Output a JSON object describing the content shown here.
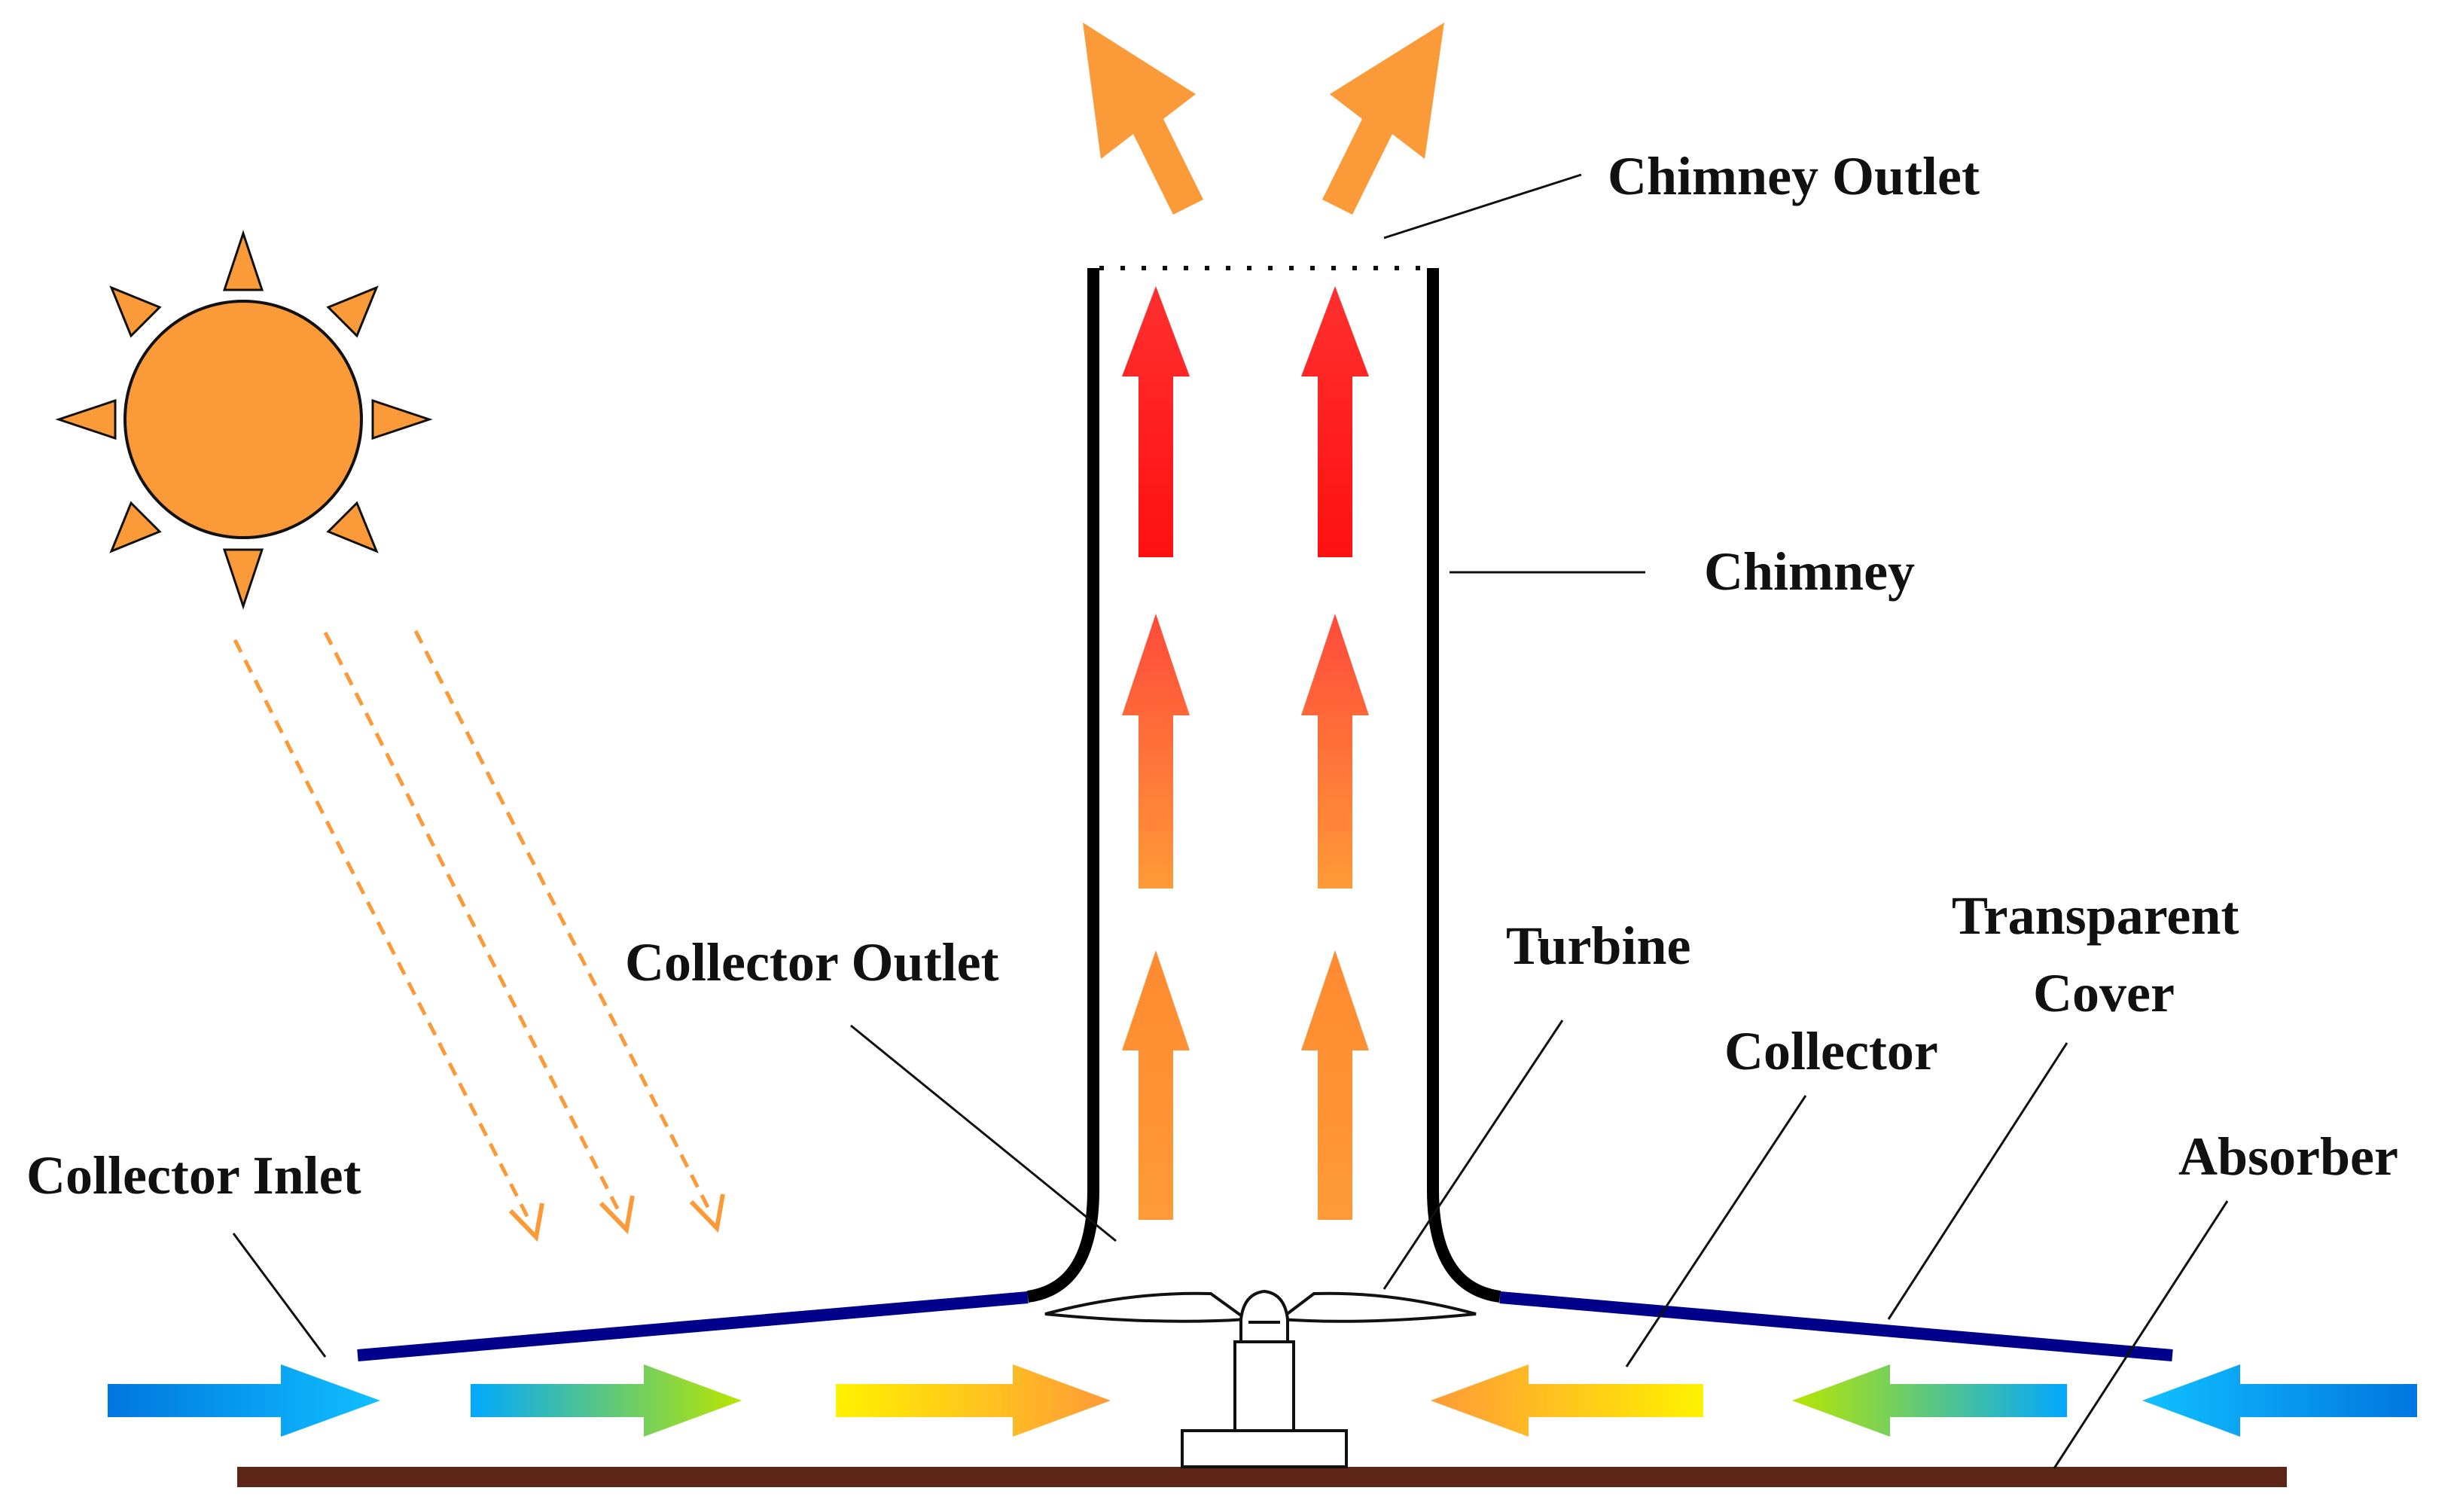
{
  "labels": {
    "chimney_outlet": "Chimney Outlet",
    "chimney": "Chimney",
    "collector_outlet": "Collector Outlet",
    "turbine": "Turbine",
    "transparent_cover_line1": "Transparent",
    "transparent_cover_line2": "Cover",
    "collector": "Collector",
    "absorber": "Absorber",
    "collector_inlet": "Collector Inlet"
  },
  "colors": {
    "sun": "#FB9A38",
    "cover": "#00008B",
    "absorber": "#5C2516",
    "hot_air": "#FF1A1A",
    "warm_air": "#FF5A3C",
    "mild_air": "#FB9A38",
    "cold_air": "#00A6FF",
    "sun_rays": "#FB9A38"
  }
}
